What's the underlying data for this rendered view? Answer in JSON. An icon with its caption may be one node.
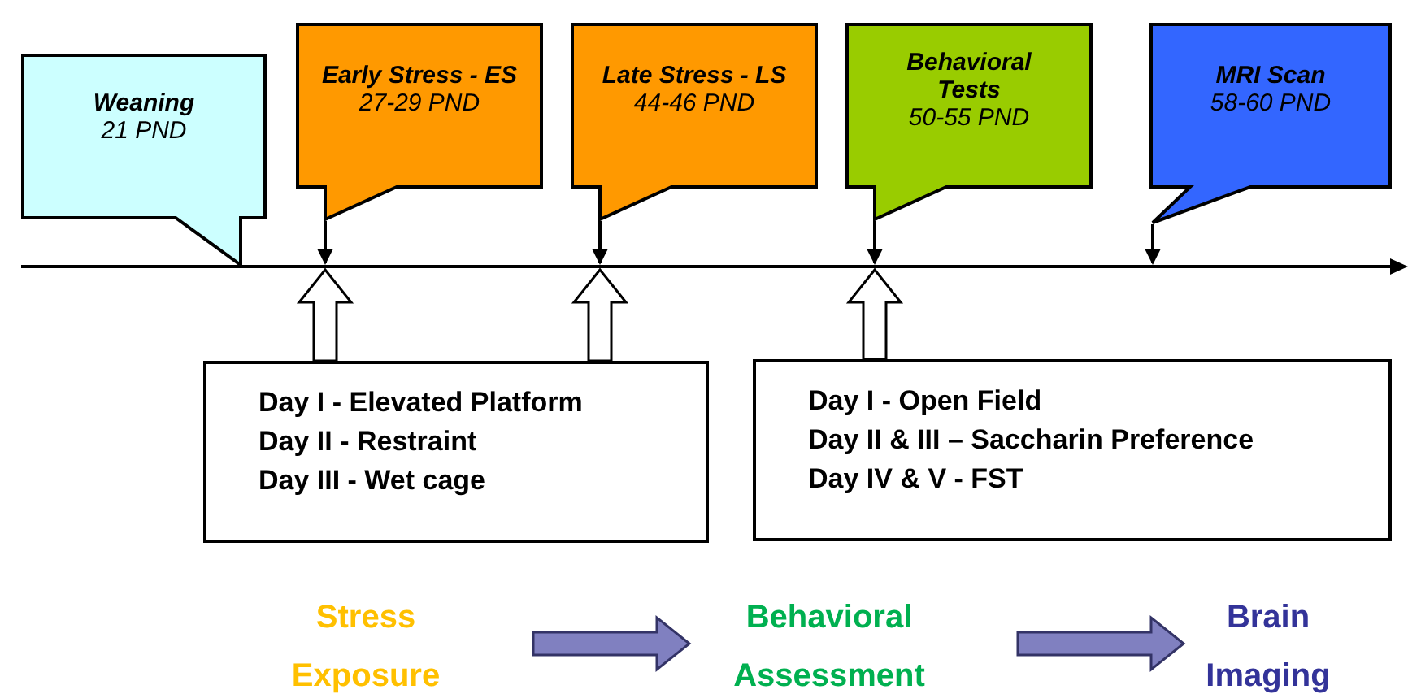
{
  "diagram": {
    "nodes": [
      {
        "text": [
          "Weaning",
          "21 PND"
        ]
      },
      {
        "text": [
          "Early Stress - ES",
          "27-29 PND"
        ]
      },
      {
        "text": [
          "Late Stress - LS",
          "44-46 PND"
        ]
      },
      {
        "text": [
          "Behavioral Tests",
          "50-55 PND"
        ]
      },
      {
        "text": [
          "MRI Scan",
          "58-60 PND"
        ]
      },
      {
        "text": [
          "Day I - Elevated Platform",
          "Day II - Restraint",
          "Day III - Wet cage"
        ]
      },
      {
        "text": [
          "Day I - Open Field",
          "Day II & III – Saccharin Preference",
          "Day IV & V - FST"
        ]
      },
      {
        "text": [
          "Stress Exposure"
        ]
      },
      {
        "text": [
          "Behavioral Assessment"
        ]
      },
      {
        "text": [
          "Brain Imaging"
        ]
      }
    ],
    "edges": [
      {
        "from": 1,
        "to": null,
        "arrow": "to"
      },
      {
        "from": 2,
        "to": null,
        "arrow": "to"
      },
      {
        "from": 3,
        "to": null,
        "arrow": "to"
      },
      {
        "from": 4,
        "to": null,
        "arrow": "to"
      },
      {
        "from": 5,
        "to": null,
        "arrow": "to",
        "style": "thick"
      },
      {
        "from": 5,
        "to": null,
        "arrow": "to",
        "style": "thick"
      },
      {
        "from": 6,
        "to": null,
        "arrow": "to",
        "style": "thick"
      },
      {
        "from": 7,
        "to": 8,
        "arrow": "to",
        "style": "thick",
        "color": "#8080c0"
      },
      {
        "from": 8,
        "to": 9,
        "arrow": "to",
        "style": "thick",
        "color": "#8080c0"
      }
    ]
  }
}
